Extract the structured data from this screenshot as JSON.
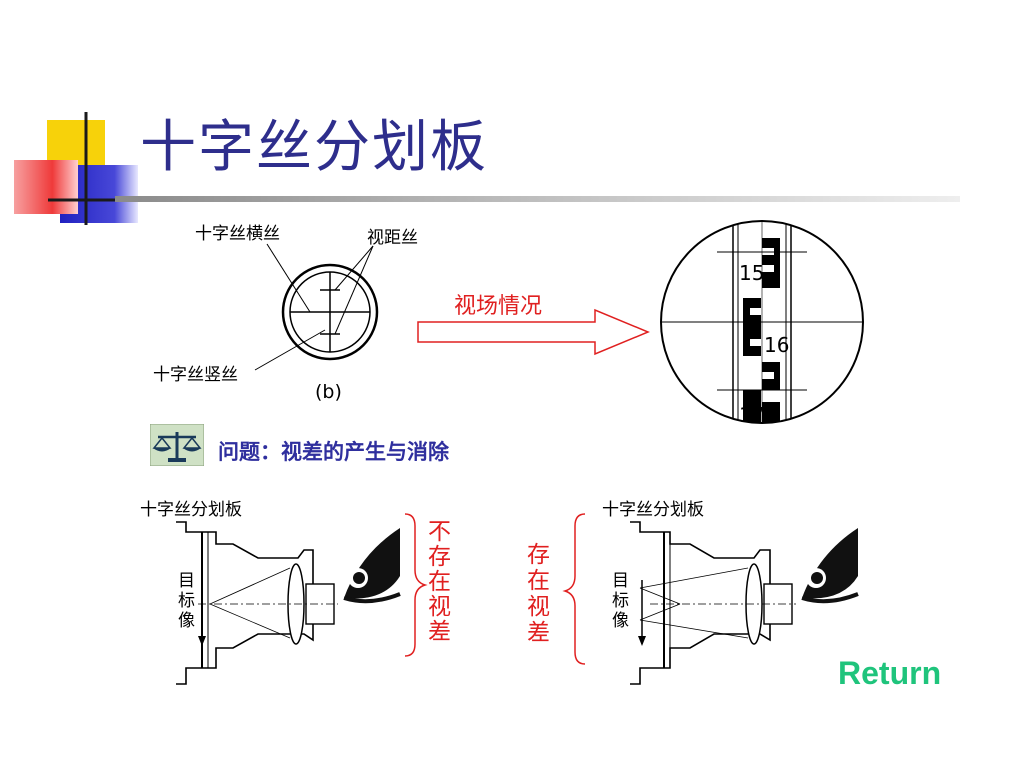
{
  "slide": {
    "title": "十字丝分划板",
    "question": "问题：视差的产生与消除",
    "return_label": "Return"
  },
  "reticle_diagram": {
    "label_horizontal": "十字丝横丝",
    "label_stadia": "视距丝",
    "label_vertical": "十字丝竖丝",
    "caption": "(b)"
  },
  "view_arrow_label": "视场情况",
  "staff_view": {
    "numbers": [
      "15",
      "16",
      "17"
    ]
  },
  "parallax_left": {
    "reticle_label": "十字丝分划板",
    "object_label": [
      "目",
      "标",
      "像"
    ],
    "verdict": [
      "不",
      "存",
      "在",
      "视",
      "差"
    ]
  },
  "parallax_right": {
    "reticle_label": "十字丝分划板",
    "object_label": [
      "目",
      "标",
      "像"
    ],
    "verdict": [
      "存",
      "在",
      "视",
      "差"
    ]
  },
  "colors": {
    "title": "#2e2e8c",
    "question": "#2f2f9e",
    "return": "#1fc47c",
    "annotation_red": "#e02020",
    "deco_yellow": "#f7d20a",
    "deco_blue": "#3030c8",
    "deco_red": "#f05050"
  }
}
